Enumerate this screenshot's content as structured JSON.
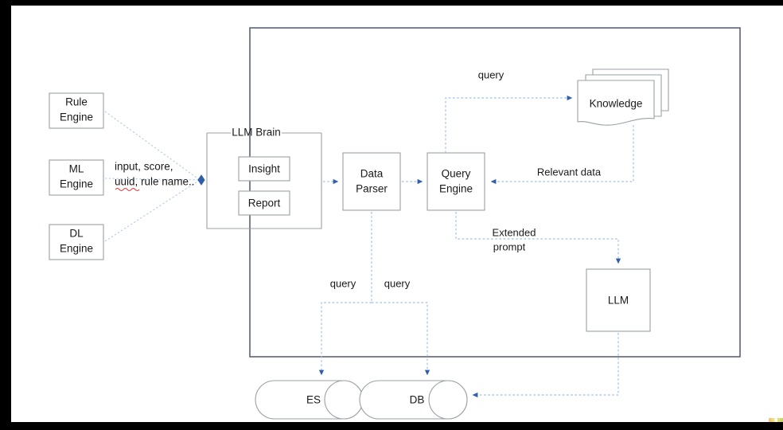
{
  "diagram": {
    "title": "LLM Brain RAG architecture flow",
    "colors": {
      "page_background": "#ffffff",
      "canvas_background": "#000000",
      "box_border": "#9aa0a6",
      "outer_border": "#5a6274",
      "connector": "#9fc0e8",
      "arrowhead": "#2f5fa8",
      "spellcheck_underline": "#e03a3a",
      "text": "#1a1a1a"
    },
    "nodes": {
      "rule_engine": {
        "label_line1": "Rule",
        "label_line2": "Engine"
      },
      "ml_engine": {
        "label_line1": "ML",
        "label_line2": "Engine"
      },
      "dl_engine": {
        "label_line1": "DL",
        "label_line2": "Engine"
      },
      "llm_brain_group": {
        "label": "LLM Brain"
      },
      "insight": {
        "label": "Insight"
      },
      "report": {
        "label": "Report"
      },
      "data_parser": {
        "label_line1": "Data",
        "label_line2": "Parser"
      },
      "query_engine": {
        "label_line1": "Query",
        "label_line2": "Engine"
      },
      "knowledge": {
        "label": "Knowledge"
      },
      "llm": {
        "label": "LLM"
      },
      "es": {
        "label": "ES"
      },
      "db": {
        "label": "DB"
      }
    },
    "edge_labels": {
      "engines_to_brain_line1": "input, score,",
      "engines_to_brain_line2": "uuid, rule name..",
      "query_to_knowledge": "query",
      "knowledge_to_query_engine": "Relevant data",
      "extended_prompt_line1": "Extended",
      "extended_prompt_line2": "prompt",
      "query_to_es": "query",
      "query_to_db": "query"
    }
  }
}
